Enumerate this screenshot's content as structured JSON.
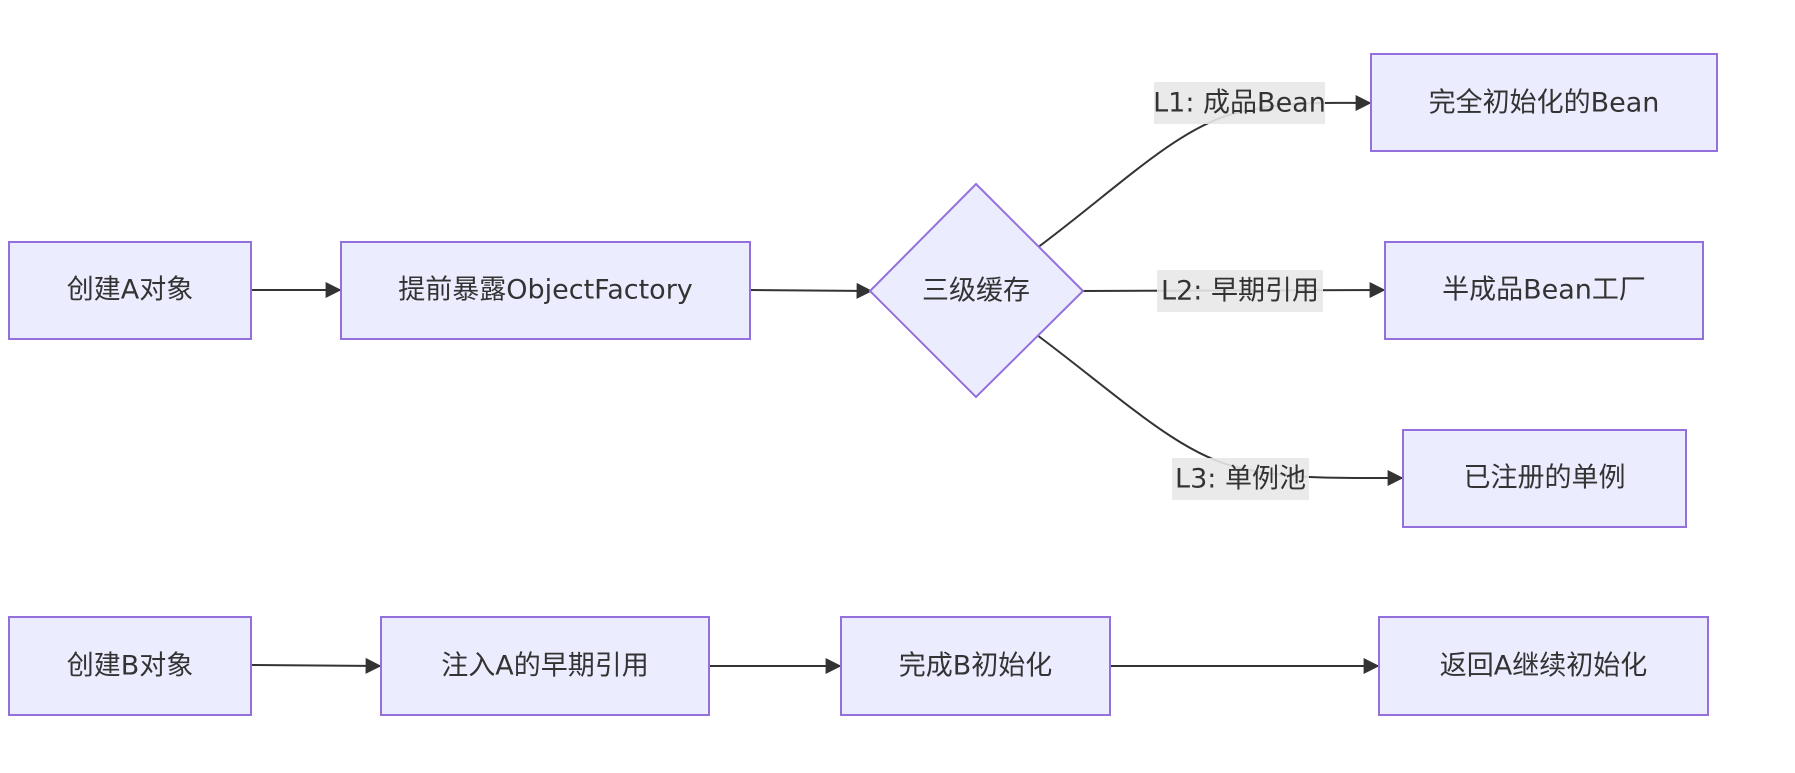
{
  "diagram": {
    "type": "flowchart",
    "direction": "left-to-right",
    "colors": {
      "node_fill": "#ECECFF",
      "node_stroke": "#9370DB",
      "edge": "#333333",
      "label_bg": "#E8E8E8",
      "text": "#333333"
    },
    "nodes": {
      "create_a": "创建A对象",
      "expose_factory": "提前暴露ObjectFactory",
      "three_level_cache": "三级缓存",
      "fully_initialized": "完全初始化的Bean",
      "half_bean_factory": "半成品Bean工厂",
      "registered_singleton": "已注册的单例",
      "create_b": "创建B对象",
      "inject_a_early": "注入A的早期引用",
      "finish_b": "完成B初始化",
      "return_a": "返回A继续初始化"
    },
    "edge_labels": {
      "l1": "L1: 成品Bean",
      "l2": "L2: 早期引用",
      "l3": "L3: 单例池"
    }
  }
}
